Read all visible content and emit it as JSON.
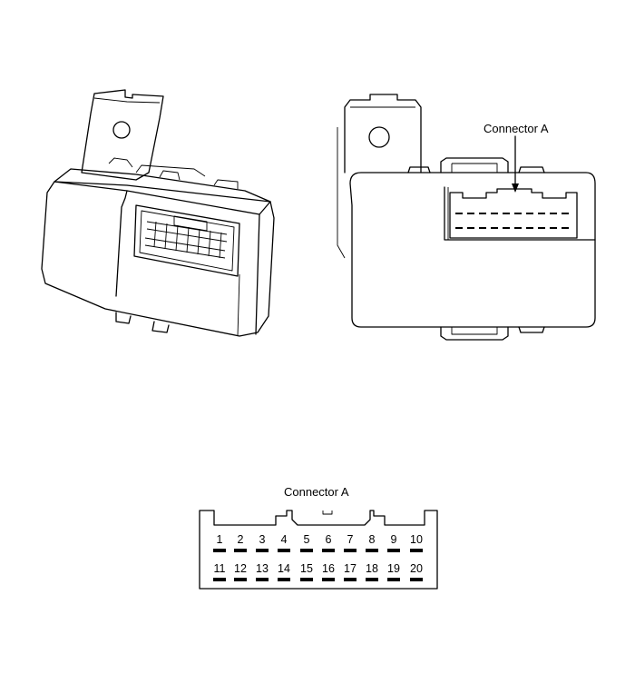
{
  "labels": {
    "connector_callout": "Connector A",
    "connector_title": "Connector A"
  },
  "pins": {
    "top": [
      "1",
      "2",
      "3",
      "4",
      "5",
      "6",
      "7",
      "8",
      "9",
      "10"
    ],
    "bottom": [
      "11",
      "12",
      "13",
      "14",
      "15",
      "16",
      "17",
      "18",
      "19",
      "20"
    ]
  },
  "colors": {
    "line": "#000000",
    "background": "#ffffff"
  }
}
